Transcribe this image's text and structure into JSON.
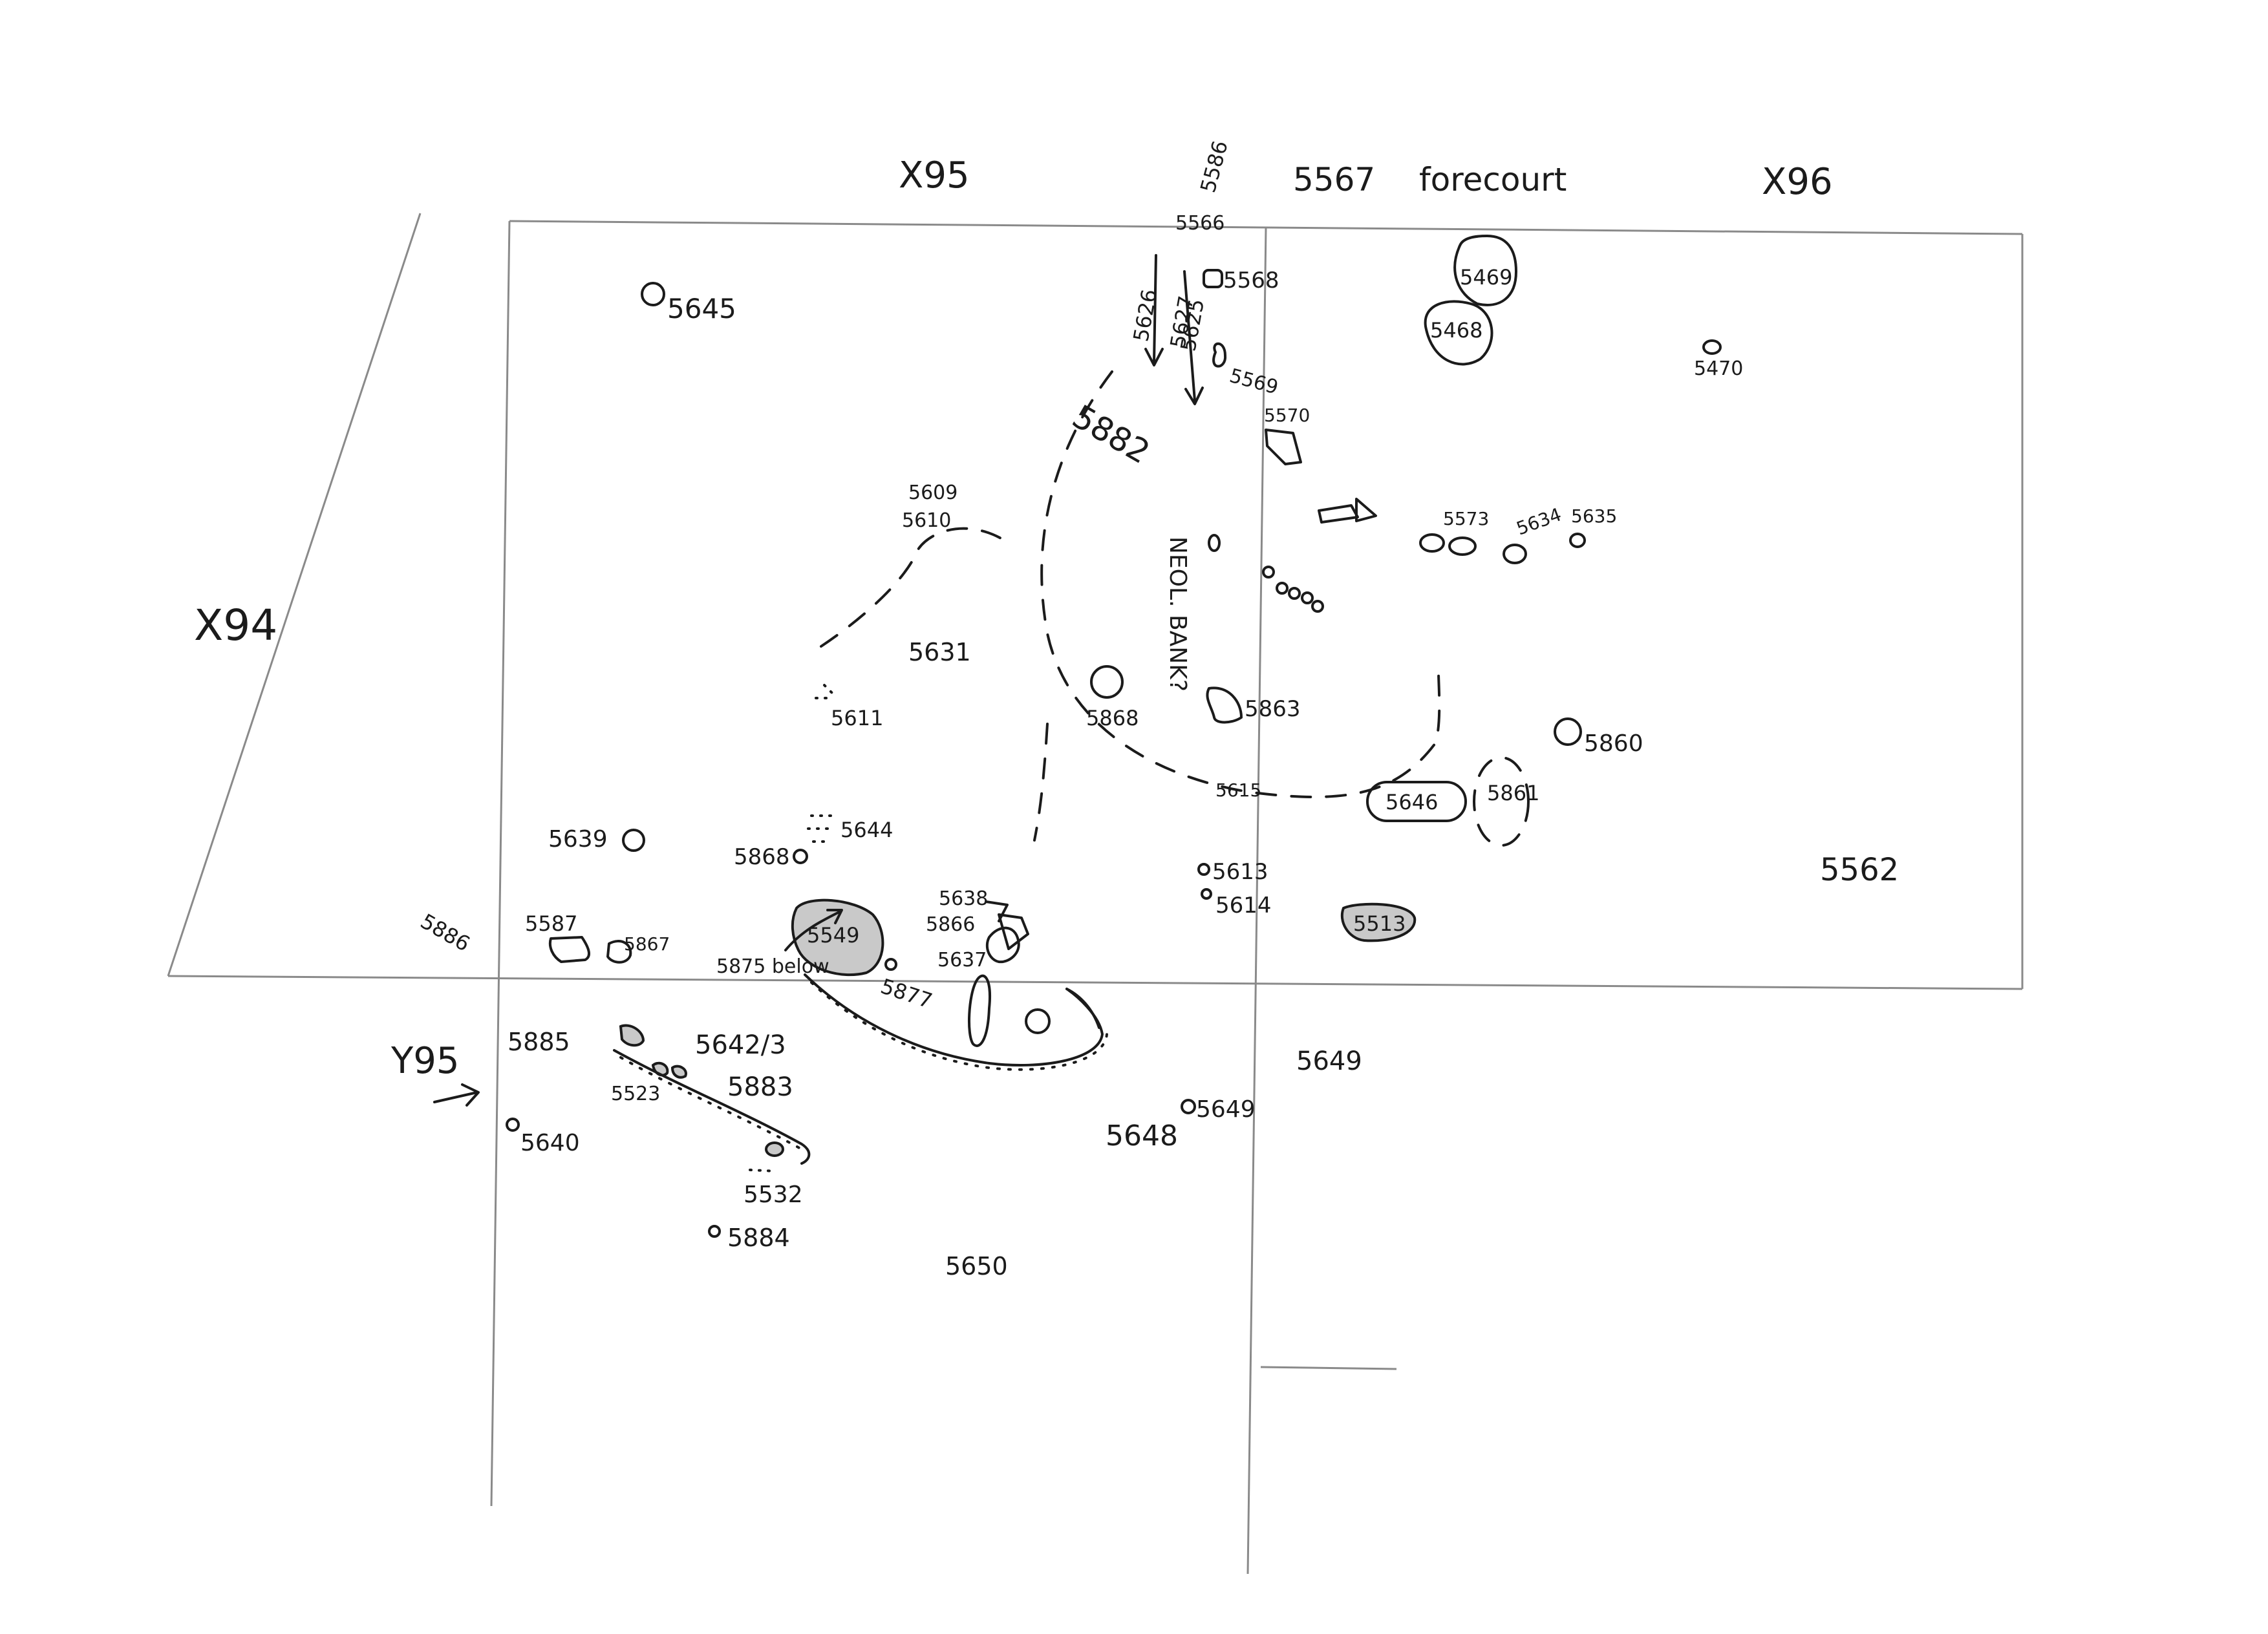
{
  "sheet": {
    "grid_labels": {
      "x95": "X95",
      "x96": "X96",
      "x94": "X94",
      "y95": "Y95"
    },
    "area_label": {
      "context": "5567",
      "word": "forecourt"
    },
    "annotations": {
      "neol_bank": "NEOL. BANK?"
    },
    "contexts": [
      "5586",
      "5566",
      "5627",
      "5626",
      "5625",
      "5568",
      "5569",
      "5645",
      "5469",
      "5468",
      "5470",
      "5882",
      "5570",
      "5573",
      "5634",
      "5635",
      "5609",
      "5610",
      "5631",
      "5611",
      "5868",
      "5863",
      "5860",
      "5615",
      "5646",
      "5861",
      "5639",
      "5644",
      "5868",
      "5613",
      "5614",
      "5513",
      "5562",
      "5886",
      "5587",
      "5867",
      "5549",
      "5875 below",
      "5638",
      "5866",
      "5877",
      "5637",
      "5885",
      "5642/3",
      "5523",
      "5883",
      "5640",
      "5649",
      "5648",
      "5649",
      "5532",
      "5884",
      "5650"
    ]
  }
}
